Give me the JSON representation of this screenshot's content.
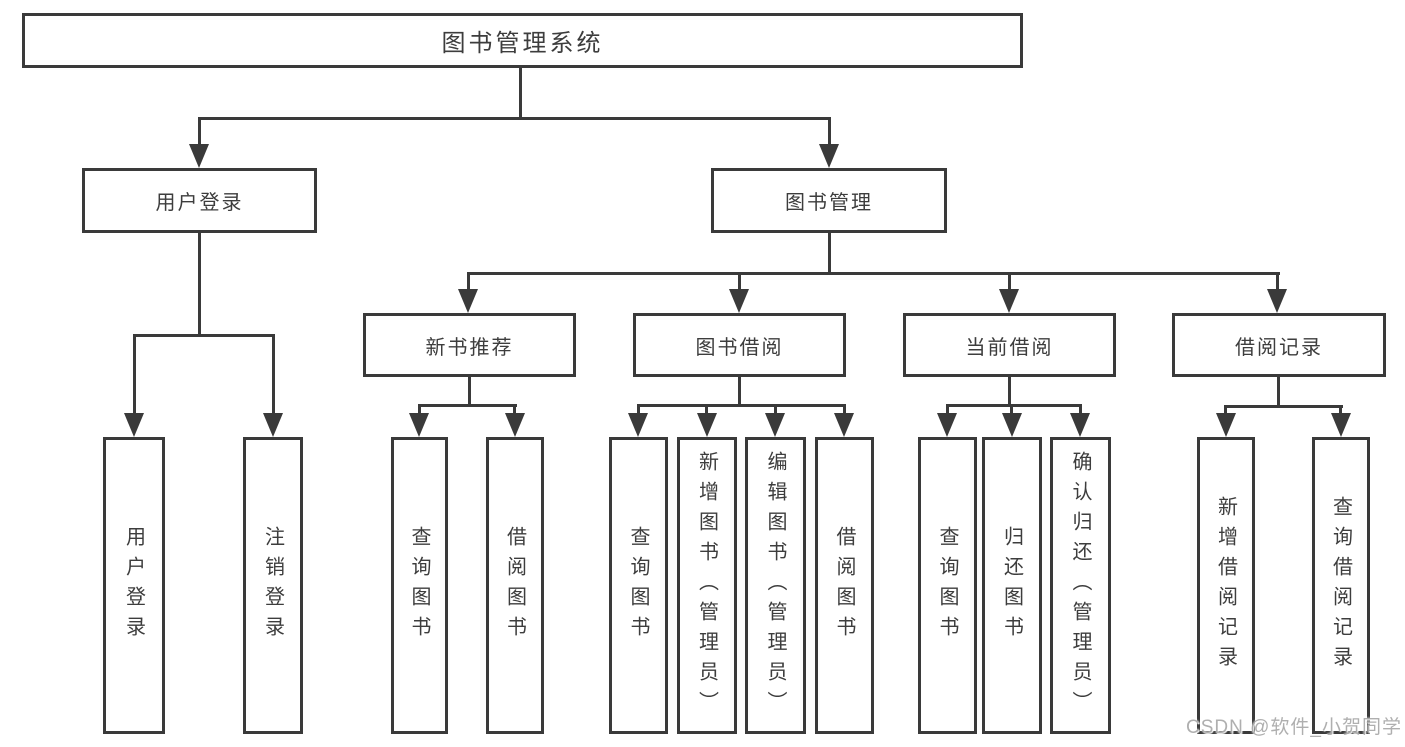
{
  "watermark": {
    "text": "CSDN @软件_小贺同学"
  },
  "colors": {
    "line": "#3a3a3a",
    "text": "#3d3d3d",
    "background": "#ffffff",
    "watermark": "#a8a8a8"
  },
  "tree": {
    "label": "图书管理系统",
    "children": [
      {
        "label": "用户登录",
        "children": [
          {
            "label": "用户登录"
          },
          {
            "label": "注销登录"
          }
        ]
      },
      {
        "label": "图书管理",
        "children": [
          {
            "label": "新书推荐",
            "children": [
              {
                "label": "查询图书"
              },
              {
                "label": "借阅图书"
              }
            ]
          },
          {
            "label": "图书借阅",
            "children": [
              {
                "label": "查询图书"
              },
              {
                "label": "新增图书（管理员）"
              },
              {
                "label": "编辑图书（管理员）"
              },
              {
                "label": "借阅图书"
              }
            ]
          },
          {
            "label": "当前借阅",
            "children": [
              {
                "label": "查询图书"
              },
              {
                "label": "归还图书"
              },
              {
                "label": "确认归还（管理员）"
              }
            ]
          },
          {
            "label": "借阅记录",
            "children": [
              {
                "label": "新增借阅记录"
              },
              {
                "label": "查询借阅记录"
              }
            ]
          }
        ]
      }
    ]
  }
}
